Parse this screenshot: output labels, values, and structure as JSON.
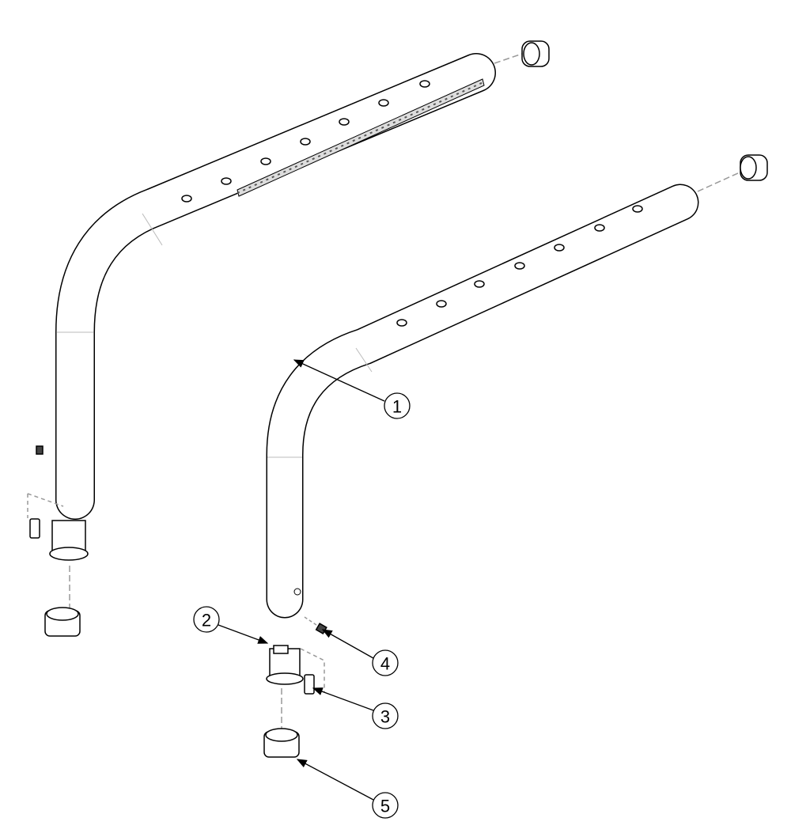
{
  "diagram": {
    "callouts": [
      {
        "label": "1",
        "part": "tube"
      },
      {
        "label": "2",
        "part": "insert"
      },
      {
        "label": "3",
        "part": "clip"
      },
      {
        "label": "4",
        "part": "set-screw"
      },
      {
        "label": "5",
        "part": "end-cap"
      }
    ],
    "colors": {
      "line": "#000000",
      "background": "#ffffff",
      "shade": "#888888"
    }
  }
}
